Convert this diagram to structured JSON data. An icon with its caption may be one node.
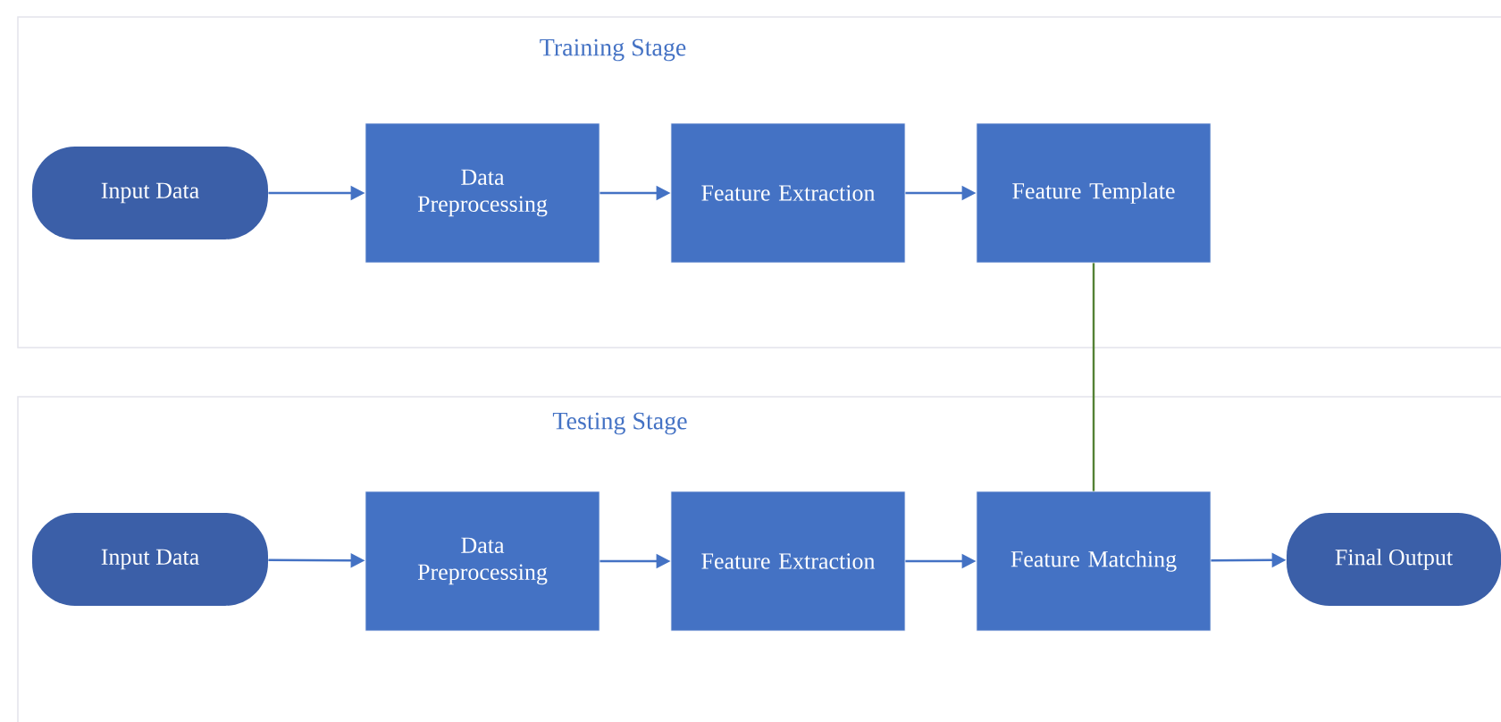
{
  "diagram": {
    "nodes": [
      {
        "text": [
          "Training Stage"
        ]
      },
      {
        "text": [
          "Input Data"
        ],
        "in": 0
      },
      {
        "text": [
          "Data Preprocessing"
        ],
        "in": 0
      },
      {
        "text": [
          "Feature Extraction"
        ],
        "in": 0
      },
      {
        "text": [
          "Feature Template"
        ],
        "in": 0
      },
      {
        "text": [
          "Testing Stage"
        ]
      },
      {
        "text": [
          "Input Data"
        ],
        "in": 5
      },
      {
        "text": [
          "Data Preprocessing"
        ],
        "in": 5
      },
      {
        "text": [
          "Feature Extraction"
        ],
        "in": 5
      },
      {
        "text": [
          "Feature Matching"
        ],
        "in": 5
      },
      {
        "text": [
          "Final Output"
        ],
        "in": 5
      }
    ],
    "edges": [
      {
        "from": 1,
        "to": 2,
        "arrow": "to"
      },
      {
        "from": 2,
        "to": 3,
        "arrow": "to"
      },
      {
        "from": 3,
        "to": 4,
        "arrow": "to"
      },
      {
        "from": 4,
        "to": 9,
        "arrow": "none",
        "color": "#548235"
      },
      {
        "from": 6,
        "to": 7,
        "arrow": "to"
      },
      {
        "from": 7,
        "to": 8,
        "arrow": "to"
      },
      {
        "from": 8,
        "to": 9,
        "arrow": "to"
      },
      {
        "from": 9,
        "to": 10,
        "arrow": "to"
      }
    ]
  }
}
